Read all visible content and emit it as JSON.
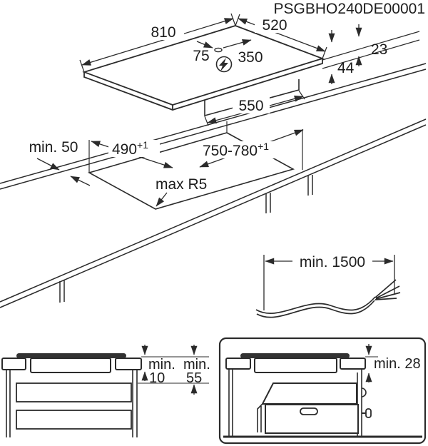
{
  "title": "PSGBHO240DE00001",
  "colors": {
    "line": "#2b2b2b",
    "text": "#1d1d1d",
    "glass": "#323232",
    "background": "#ffffff"
  },
  "hob_view": {
    "width": "810",
    "depth": "520",
    "power_offset_left": "75",
    "power_offset_right": "350",
    "power_icon": "lightning-in-circle-icon",
    "height_above_worktop": "23",
    "depth_below_worktop": "44",
    "housing_width": "550"
  },
  "cutout_view": {
    "rear_clearance": "min. 50",
    "cutout_depth": "490",
    "cutout_depth_tolerance": "+1",
    "cutout_width": "750-780",
    "cutout_width_tolerance": "+1",
    "corner_radius": "max R5"
  },
  "cable_view": {
    "cable_length": "min. 1500"
  },
  "drawer_view": {
    "gap_label_1": "min.",
    "gap_value_1": "10",
    "gap_label_2": "min.",
    "gap_value_2": "55"
  },
  "oven_view": {
    "gap": "min. 28"
  }
}
